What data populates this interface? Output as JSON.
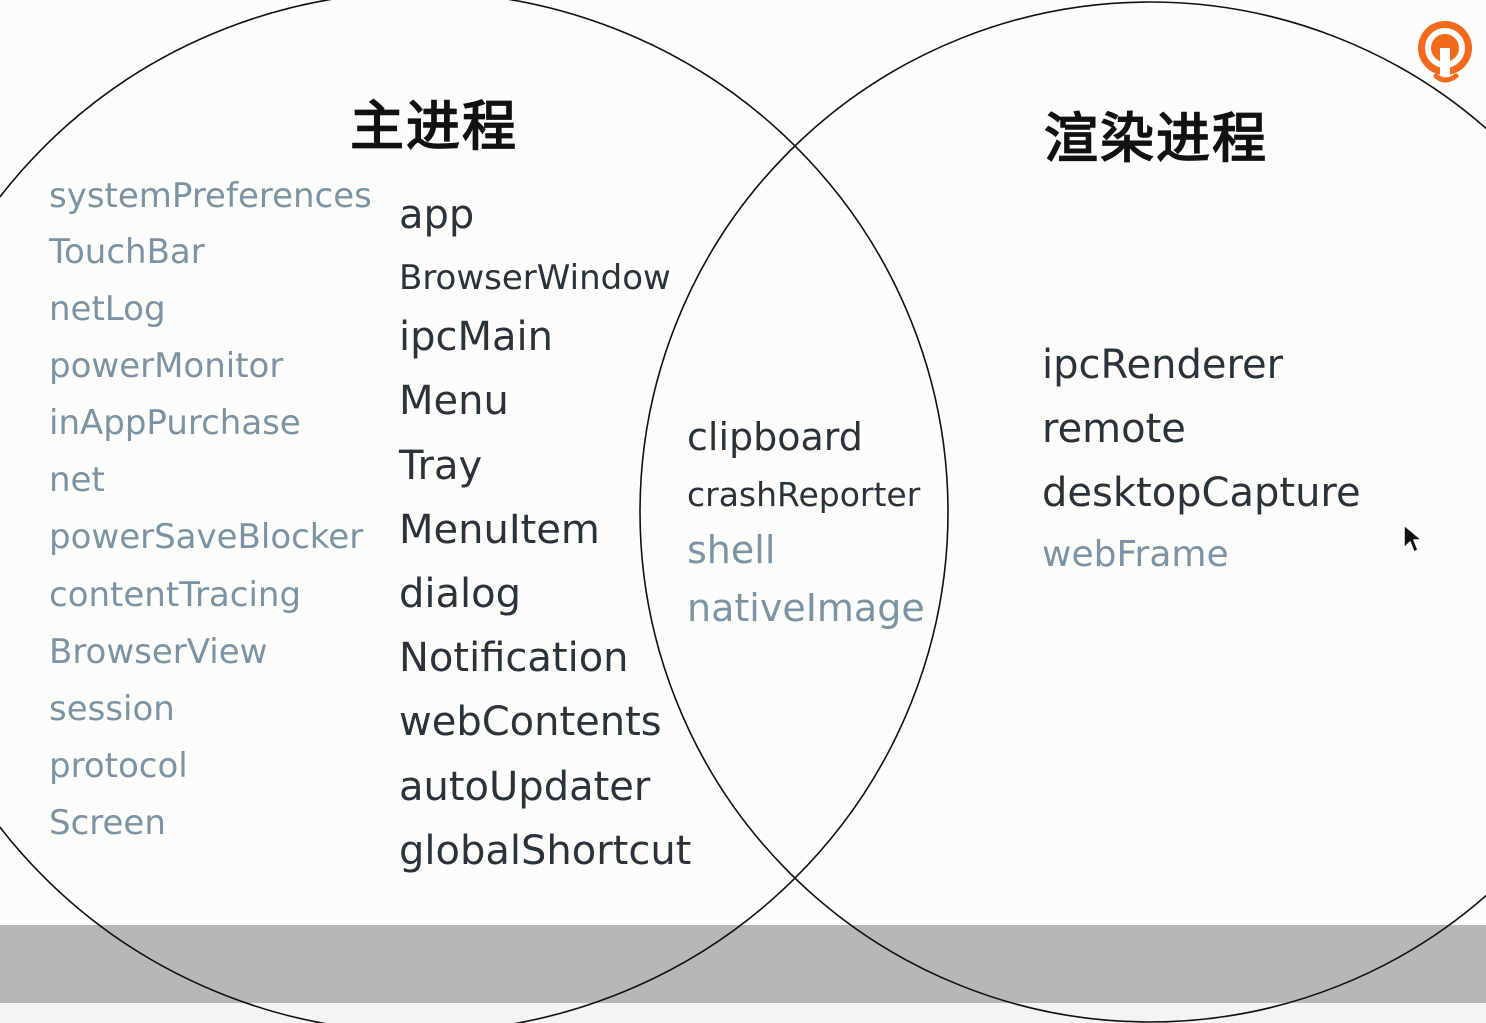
{
  "diagram": {
    "left_set": {
      "title": "主进程",
      "left_column": [
        "systemPreferences",
        "TouchBar",
        "netLog",
        "powerMonitor",
        "inAppPurchase",
        "net",
        "powerSaveBlocker",
        "contentTracing",
        "BrowserView",
        "session",
        "protocol",
        "Screen"
      ],
      "right_column": [
        "app",
        "BrowserWindow",
        "ipcMain",
        "Menu",
        "Tray",
        "MenuItem",
        "dialog",
        "Notification",
        "webContents",
        "autoUpdater",
        "globalShortcut"
      ]
    },
    "shared": [
      "clipboard",
      "crashReporter",
      "shell",
      "nativeImage"
    ],
    "right_set": {
      "title": "渲染进程",
      "items": [
        "ipcRenderer",
        "remote",
        "desktopCapture",
        "webFrame"
      ]
    }
  },
  "logo": {
    "icon": "orange-circular-arrow-logo-icon",
    "color": "#f26b1d"
  },
  "colors": {
    "dark_text": "#2a333c",
    "muted_text": "#7c93a4",
    "band": "#b7b7b7"
  }
}
